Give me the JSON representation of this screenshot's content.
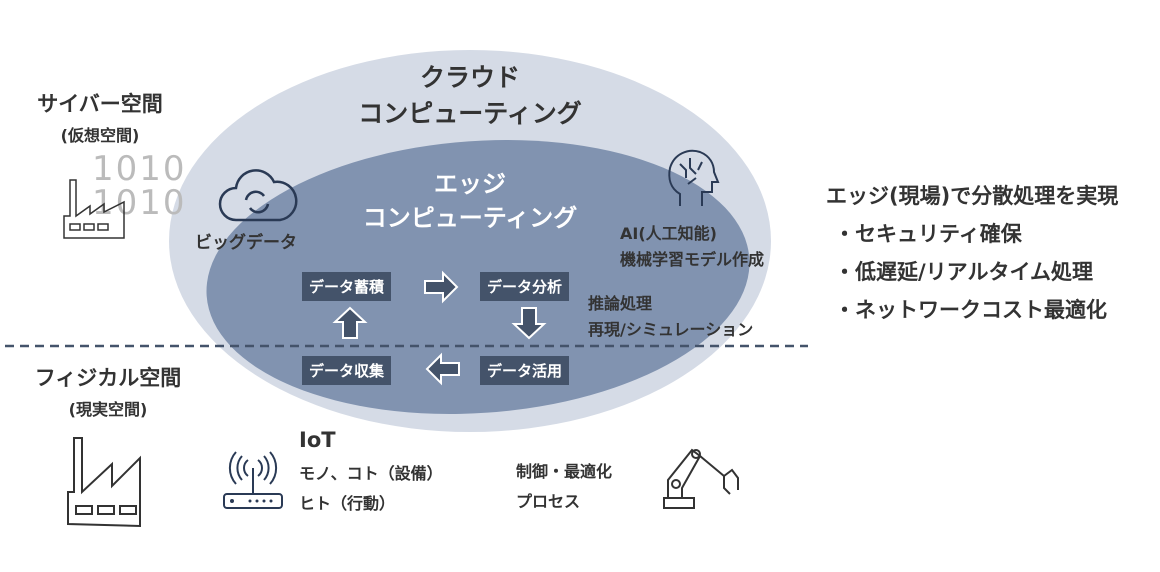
{
  "cloud": {
    "title_line1": "クラウド",
    "title_line2": "コンピューティング"
  },
  "edge": {
    "title_line1": "エッジ",
    "title_line2": "コンピューティング"
  },
  "cyber": {
    "title": "サイバー空間",
    "subtitle": "(仮想空間)",
    "binary_line1": "1010",
    "binary_line2": "1010"
  },
  "physical": {
    "title": "フィジカル空間",
    "subtitle": "(現実空間)"
  },
  "bigdata": {
    "label": "ビッグデータ"
  },
  "ai": {
    "line1": "AI(人工知能)",
    "line2": "機械学習モデル作成"
  },
  "inference": {
    "line1": "推論処理",
    "line2": "再現/シミュレーション"
  },
  "cycle": {
    "accumulate": "データ蓄積",
    "analyze": "データ分析",
    "utilize": "データ活用",
    "collect": "データ収集"
  },
  "iot": {
    "title": "IoT",
    "line1": "モノ、コト（設備）",
    "line2": "ヒト（行動）"
  },
  "control": {
    "line1": "制御・最適化",
    "line2": "プロセス"
  },
  "benefits": {
    "title": "エッジ(現場)で分散処理を実現",
    "items": [
      "・セキュリティ確保",
      "・低遅延/リアルタイム処理",
      "・ネットワークコスト最適化"
    ]
  },
  "colors": {
    "outer": "#d5dbe6",
    "inner": "#8193b0",
    "box": "#44536a",
    "icon": "#2a3a55"
  }
}
